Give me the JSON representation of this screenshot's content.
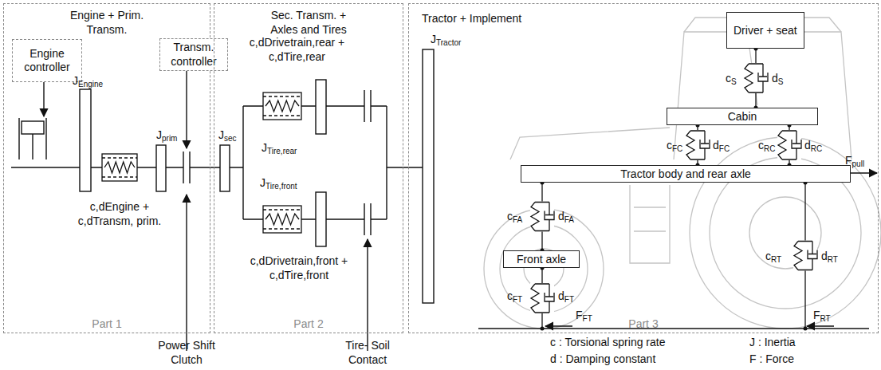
{
  "diagram": {
    "nodes": [
      {
        "text": [
          "Engine + Prim. Transm.",
          "Part 1"
        ]
      },
      {
        "text": [
          "Engine controller"
        ],
        "in": 0
      },
      {
        "text": [
          "Transm. controller"
        ]
      },
      {
        "text": [
          "Sec. Transm. + Axles and Tires",
          "Part 2"
        ]
      },
      {
        "text": [
          "Tractor + Implement",
          "Part 3"
        ]
      },
      {
        "text": [
          "Driver + seat"
        ],
        "in": 4
      },
      {
        "text": [
          "Cabin"
        ],
        "in": 4
      },
      {
        "text": [
          "Tractor body and rear axle"
        ],
        "in": 4
      },
      {
        "text": [
          "Front axle"
        ],
        "in": 4
      }
    ],
    "edges": [
      {
        "from": 5,
        "to": 6,
        "arrow": "none"
      },
      {
        "from": 6,
        "to": 7,
        "arrow": "none"
      },
      {
        "from": 6,
        "to": 7,
        "arrow": "none"
      },
      {
        "from": 7,
        "to": 8,
        "arrow": "none"
      }
    ],
    "labels": [
      "JEngine",
      "c,dEngine + c,dTransm, prim.",
      "Jprim",
      "Jsec",
      "c,dDrivetrain,rear + c,dTire,rear",
      "JTire,rear",
      "JTire,front",
      "c,dDrivetrain,front + c,dTire,front",
      "JTractor",
      "Power Shift Clutch",
      "Tire- Soil Contact",
      "cS",
      "dS",
      "cFC",
      "dFC",
      "cRC",
      "dRC",
      "Fpull",
      "cFA",
      "dFA",
      "cFT",
      "dFT",
      "cRT",
      "dRT",
      "FFT",
      "FRT",
      "c : Torsional spring rate",
      "d : Damping constant",
      "J : Inertia",
      "F : Force"
    ]
  }
}
